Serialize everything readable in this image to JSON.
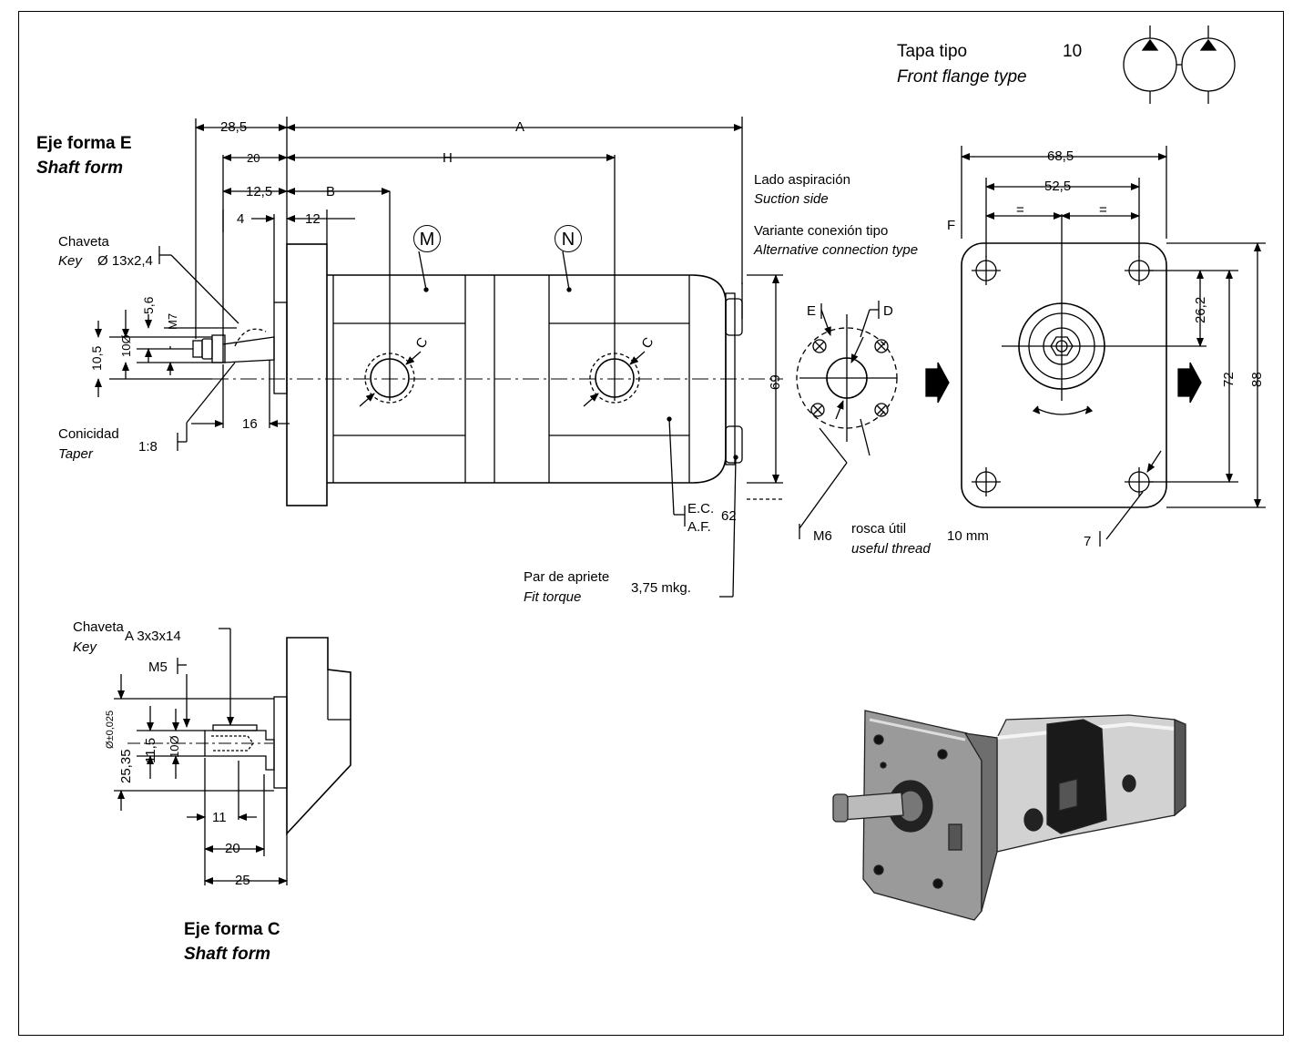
{
  "header": {
    "cover_type_es": "Tapa tipo",
    "cover_type_num": "10",
    "cover_type_en": "Front flange type"
  },
  "shaft_e": {
    "title_es": "Eje forma E",
    "title_en": "Shaft form",
    "key_es": "Chaveta",
    "key_en": "Key",
    "key_spec": "Ø 13x2,4",
    "taper_es": "Conicidad",
    "taper_en": "Taper",
    "taper_ratio": "1:8",
    "thread": "M7"
  },
  "shaft_c": {
    "title_es": "Eje forma C",
    "title_en": "Shaft form",
    "key_es": "Chaveta",
    "key_en": "Key",
    "key_spec": "A 3x3x14",
    "thread": "M5",
    "tolerance": "Ø±0,025"
  },
  "dims": {
    "d28_5": "28,5",
    "d20": "20",
    "d12_5": "12,5",
    "d4": "4",
    "dB": "B",
    "d12": "12",
    "dA": "A",
    "dH": "H",
    "d5_6": "5,6",
    "d10o": "10Ø",
    "d10_5": "10,5",
    "d16": "16",
    "d69": "69",
    "d62": "62",
    "dC1": "C",
    "dC2": "C",
    "d68_5": "68,5",
    "d52_5": "52,5",
    "eq1": "=",
    "eq2": "=",
    "d26_2": "26,2",
    "d72": "72",
    "d88": "88",
    "d7": "7",
    "dE": "E",
    "dD": "D",
    "dF": "F",
    "c_11_5": "11,5",
    "c_10o": "10Ø",
    "c_25_35": "25,35",
    "c_11": "11",
    "c_20": "20",
    "c_25": "25"
  },
  "markers": {
    "M": "M",
    "N": "N"
  },
  "connection": {
    "suction_es": "Lado aspiración",
    "suction_en": "Suction side",
    "variant_es": "Variante conexión tipo",
    "variant_en": "Alternative connection type",
    "ec": "E.C.",
    "af": "A.F.",
    "torque_es": "Par de apriete",
    "torque_en": "Fit torque",
    "torque_val": "3,75 mkg.",
    "m6": "M6",
    "thread_es": "rosca útil",
    "thread_en": "useful thread",
    "thread_len": "10 mm"
  }
}
